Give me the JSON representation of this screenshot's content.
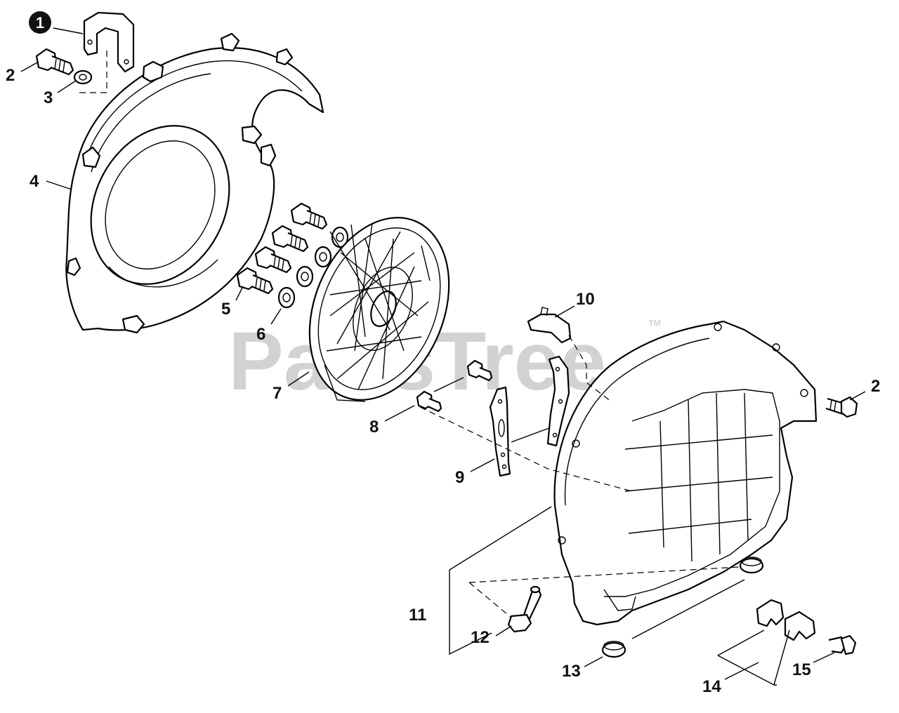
{
  "watermark": {
    "text": "PartsTree",
    "trademark": "™"
  },
  "callouts": {
    "c1": "1",
    "c2a": "2",
    "c2b": "2",
    "c3": "3",
    "c4": "4",
    "c5": "5",
    "c6": "6",
    "c7": "7",
    "c8": "8",
    "c9": "9",
    "c10": "10",
    "c11": "11",
    "c12": "12",
    "c13": "13",
    "c14": "14",
    "c15": "15"
  },
  "colors": {
    "ink": "#000000",
    "watermark": "#c8c8c8",
    "background": "#ffffff"
  }
}
